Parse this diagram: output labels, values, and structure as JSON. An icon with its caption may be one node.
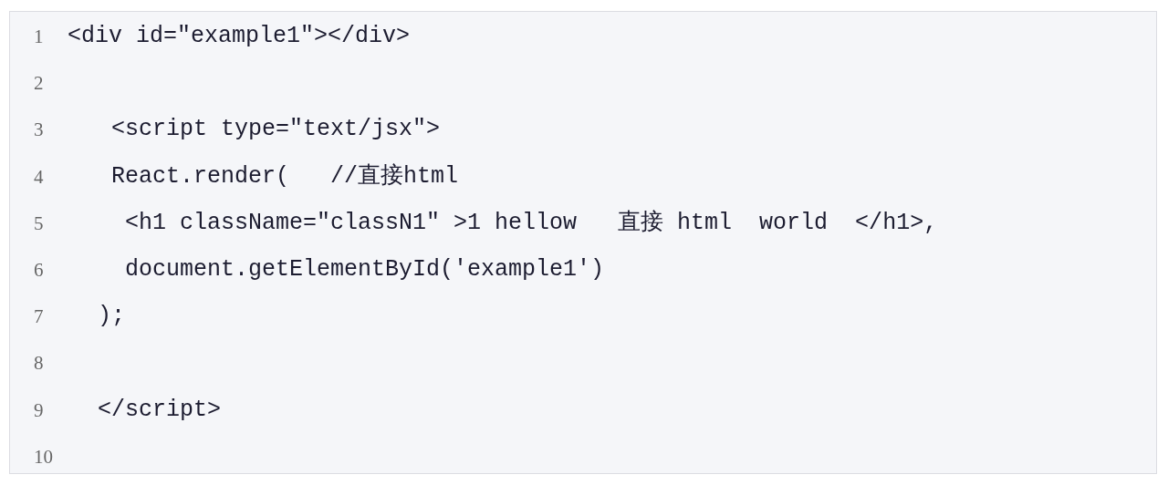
{
  "diagram": {
    "labels": [
      "1",
      "<div id=\"example1\"></div>",
      "2",
      "3",
      "<script type=\"text/jsx\">",
      "4",
      "React.render(   //直接html",
      "5",
      "<h1 className=\"classN1\" >1 hellow   直接 html  world  </h1>,",
      "6",
      "document.getElementById('example1')",
      "7",
      ");",
      "8",
      "9",
      "</script>",
      "10"
    ]
  }
}
